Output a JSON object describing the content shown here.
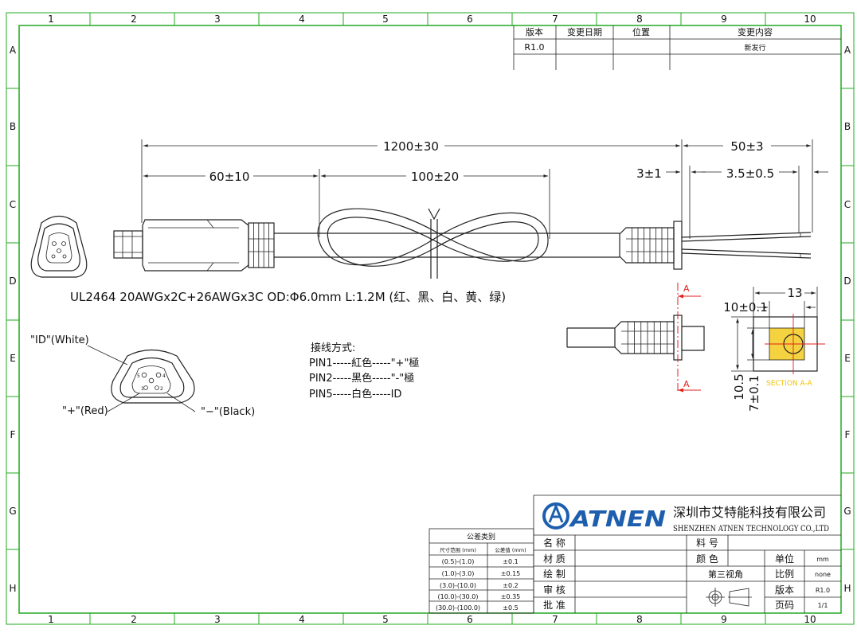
{
  "border": {
    "columns": [
      "1",
      "2",
      "3",
      "4",
      "5",
      "6",
      "7",
      "8",
      "9",
      "10"
    ],
    "rows": [
      "A",
      "B",
      "C",
      "D",
      "E",
      "F",
      "G",
      "H"
    ]
  },
  "revision_table": {
    "headers": [
      "版本",
      "变更日期",
      "位置",
      "变更内容"
    ],
    "row": [
      "R1.0",
      "",
      "",
      "新发行"
    ]
  },
  "dimensions": {
    "overall_length": "1200±30",
    "plug_length": "60±10",
    "coil_length": "100±20",
    "strip_length": "50±3",
    "jacket_strip": "3±1",
    "wire_strip": "3.5±0.5",
    "section_width": "13",
    "section_width_inner": "10±0.1",
    "section_height": "10.5",
    "section_height_inner": "7±0.1"
  },
  "cable_spec": "UL2464 20AWGx2C+26AWGx3C OD:Φ6.0mm   L:1.2M  (红、黑、白、黄、绿)",
  "pin_labels": {
    "id": "\"ID\"(White)",
    "plus": "\"+\"(Red)",
    "minus": "\"−\"(Black)"
  },
  "wiring": {
    "title": "接线方式:",
    "lines": [
      "PIN1-----紅色-----\"+\"極",
      "PIN2-----黑色-----\"-\"極",
      "PIN5-----白色-----ID"
    ]
  },
  "section": {
    "marker": "A",
    "label": "SECTION A-A",
    "accent": "#e0201c",
    "highlight": "#f2c300"
  },
  "company": {
    "logo": "ATNEN",
    "name_cn": "深圳市艾特能科技有限公司",
    "name_en": "SHENZHEN ATNEN TECHNOLOGY CO.,LTD",
    "brand_color": "#1d5fae"
  },
  "tolerance_table": {
    "title": "公差类别",
    "headers": [
      "尺寸范围 (mm)",
      "公差值 (mm)"
    ],
    "rows": [
      [
        "(0.5)-(1.0)",
        "±0.1"
      ],
      [
        "(1.0)-(3.0)",
        "±0.15"
      ],
      [
        "(3.0)-(10.0)",
        "±0.2"
      ],
      [
        "(10.0)-(30.0)",
        "±0.35"
      ],
      [
        "(30.0)-(100.0)",
        "±0.5"
      ]
    ]
  },
  "title_block": {
    "name_label": "名 称",
    "part_no_label": "料 号",
    "material_label": "材 质",
    "color_label": "颜 色",
    "unit_label": "单位",
    "unit_value": "mm",
    "drawn_label": "绘 制",
    "projection_label": "第三视角",
    "scale_label": "比例",
    "scale_value": "none",
    "check_label": "审 核",
    "version_label": "版本",
    "version_value": "R1.0",
    "approve_label": "批 准",
    "page_label": "页码",
    "page_value": "1/1"
  },
  "colors": {
    "frame": "#22a922",
    "line": "#222222"
  }
}
